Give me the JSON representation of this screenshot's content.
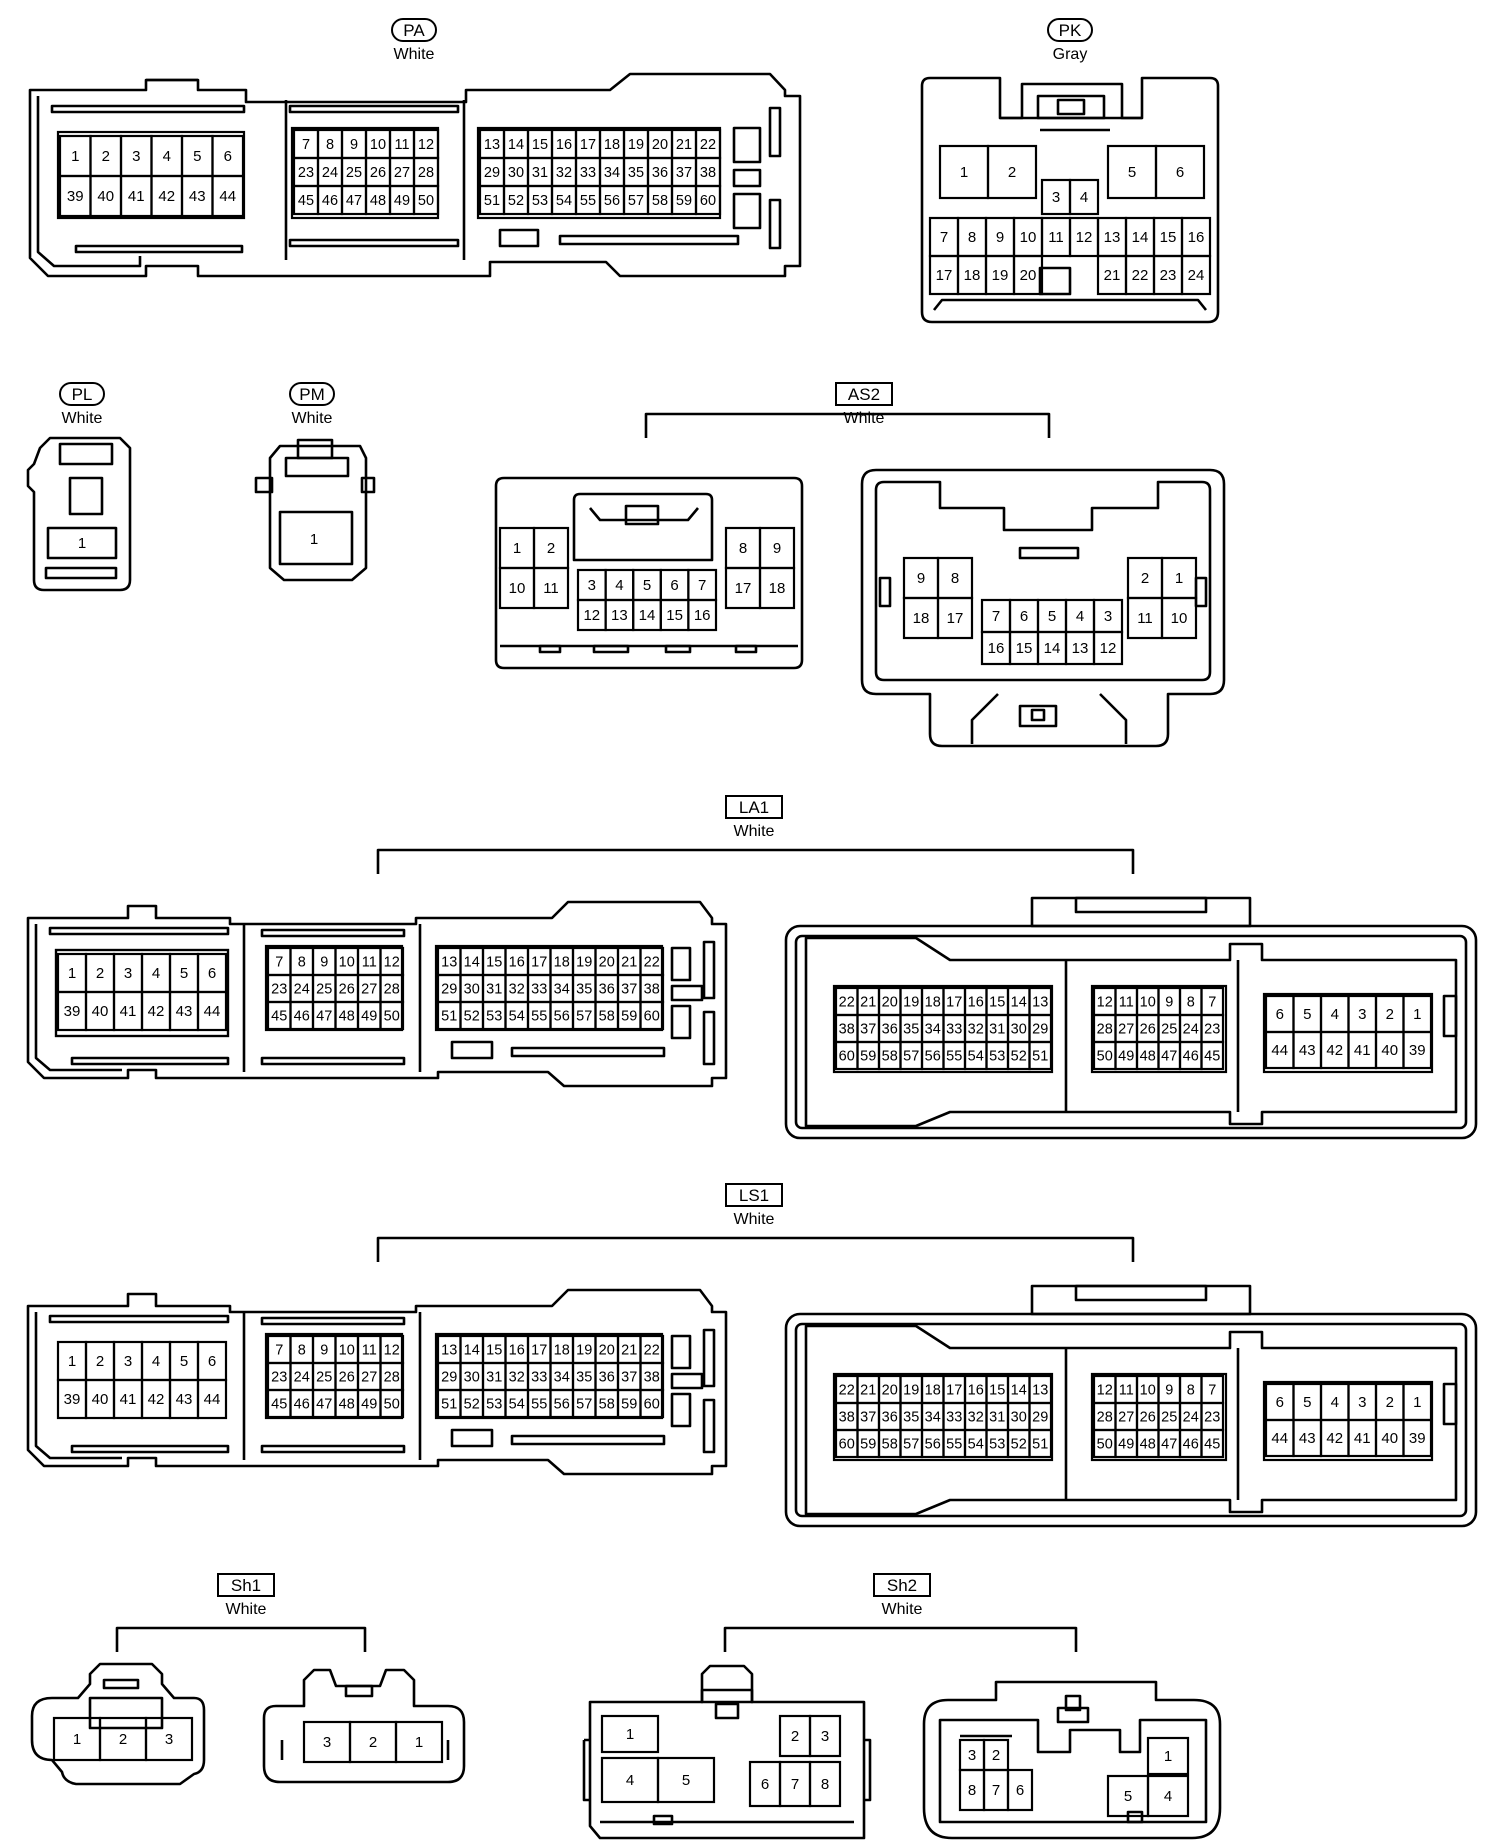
{
  "connectors": {
    "PA": {
      "code": "PA",
      "color": "White"
    },
    "PK": {
      "code": "PK",
      "color": "Gray"
    },
    "PL": {
      "code": "PL",
      "color": "White"
    },
    "PM": {
      "code": "PM",
      "color": "White"
    },
    "AS2": {
      "code": "AS2",
      "color": "White"
    },
    "LA1": {
      "code": "LA1",
      "color": "White"
    },
    "LS1": {
      "code": "LS1",
      "color": "White"
    },
    "Sh1": {
      "code": "Sh1",
      "color": "White"
    },
    "Sh2": {
      "code": "Sh2",
      "color": "White"
    }
  },
  "pinouts": {
    "wide_male": {
      "left": [
        [
          "1",
          "2",
          "3",
          "4",
          "5",
          "6"
        ],
        [
          "39",
          "40",
          "41",
          "42",
          "43",
          "44"
        ]
      ],
      "middle": [
        [
          "7",
          "8",
          "9",
          "10",
          "11",
          "12"
        ],
        [
          "23",
          "24",
          "25",
          "26",
          "27",
          "28"
        ],
        [
          "45",
          "46",
          "47",
          "48",
          "49",
          "50"
        ]
      ],
      "right": [
        [
          "13",
          "14",
          "15",
          "16",
          "17",
          "18",
          "19",
          "20",
          "21",
          "22"
        ],
        [
          "29",
          "30",
          "31",
          "32",
          "33",
          "34",
          "35",
          "36",
          "37",
          "38"
        ],
        [
          "51",
          "52",
          "53",
          "54",
          "55",
          "56",
          "57",
          "58",
          "59",
          "60"
        ]
      ]
    },
    "wide_female": {
      "left": [
        [
          "22",
          "21",
          "20",
          "19",
          "18",
          "17",
          "16",
          "15",
          "14",
          "13"
        ],
        [
          "38",
          "37",
          "36",
          "35",
          "34",
          "33",
          "32",
          "31",
          "30",
          "29"
        ],
        [
          "60",
          "59",
          "58",
          "57",
          "56",
          "55",
          "54",
          "53",
          "52",
          "51"
        ]
      ],
      "middle": [
        [
          "12",
          "11",
          "10",
          "9",
          "8",
          "7"
        ],
        [
          "28",
          "27",
          "26",
          "25",
          "24",
          "23"
        ],
        [
          "50",
          "49",
          "48",
          "47",
          "46",
          "45"
        ]
      ],
      "right": [
        [
          "6",
          "5",
          "4",
          "3",
          "2",
          "1"
        ],
        [
          "44",
          "43",
          "42",
          "41",
          "40",
          "39"
        ]
      ]
    },
    "PK": {
      "top": [
        "1",
        "2",
        "5",
        "6"
      ],
      "center": [
        "3",
        "4"
      ],
      "row1": [
        "7",
        "8",
        "9",
        "10",
        "11",
        "12",
        "13",
        "14",
        "15",
        "16"
      ],
      "row2": [
        "17",
        "18",
        "19",
        "20",
        "21",
        "22",
        "23",
        "24"
      ]
    },
    "PL": [
      "1"
    ],
    "PM": [
      "1"
    ],
    "AS2_male": {
      "left": [
        [
          "1",
          "2"
        ],
        [
          "10",
          "11"
        ]
      ],
      "center": [
        [
          "3",
          "4",
          "5",
          "6",
          "7"
        ],
        [
          "12",
          "13",
          "14",
          "15",
          "16"
        ]
      ],
      "right": [
        [
          "8",
          "9"
        ],
        [
          "17",
          "18"
        ]
      ]
    },
    "AS2_female": {
      "left": [
        [
          "9",
          "8"
        ],
        [
          "18",
          "17"
        ]
      ],
      "center": [
        [
          "7",
          "6",
          "5",
          "4",
          "3"
        ],
        [
          "16",
          "15",
          "14",
          "13",
          "12"
        ]
      ],
      "right": [
        [
          "2",
          "1"
        ],
        [
          "11",
          "10"
        ]
      ]
    },
    "Sh1_male": [
      "1",
      "2",
      "3"
    ],
    "Sh1_female": [
      "3",
      "2",
      "1"
    ],
    "Sh2_male": {
      "left_top": "1",
      "left_bottom": [
        "4",
        "5"
      ],
      "right_top": [
        "2",
        "3"
      ],
      "right_bottom": [
        "6",
        "7",
        "8"
      ]
    },
    "Sh2_female": {
      "left_top": [
        "3",
        "2"
      ],
      "left_bottom": [
        "8",
        "7",
        "6"
      ],
      "right_top": "1",
      "right_bottom": [
        "5",
        "4"
      ]
    }
  }
}
